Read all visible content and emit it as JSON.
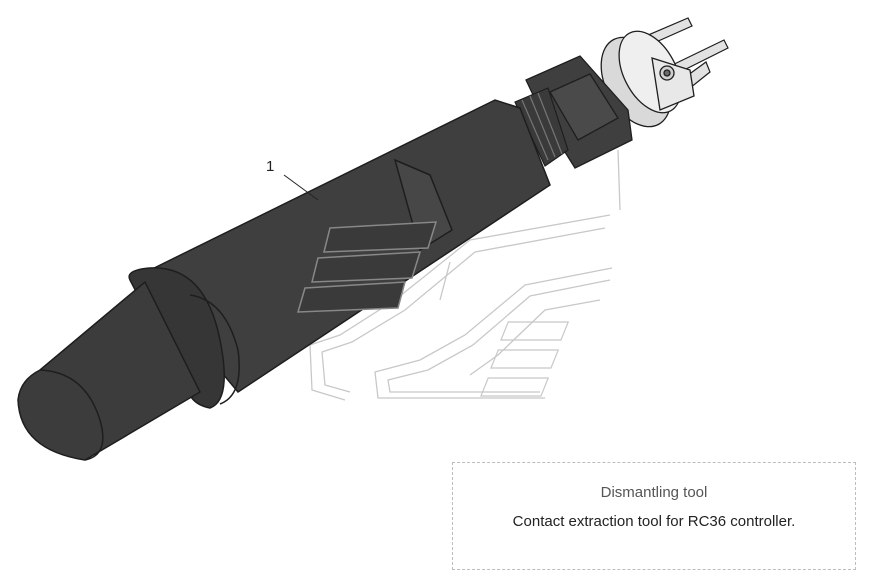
{
  "drawing": {
    "callout_number": "1"
  },
  "caption": {
    "title": "Dismantling tool",
    "description": "Contact extraction tool for RC36 controller."
  },
  "colors": {
    "tool_body": "#3f3f3f",
    "tool_outline": "#1e1e1e",
    "metal_parts": "#e2e2e2",
    "watermark_lines": "#c8c8c8",
    "caption_border": "#bdbdbd"
  }
}
